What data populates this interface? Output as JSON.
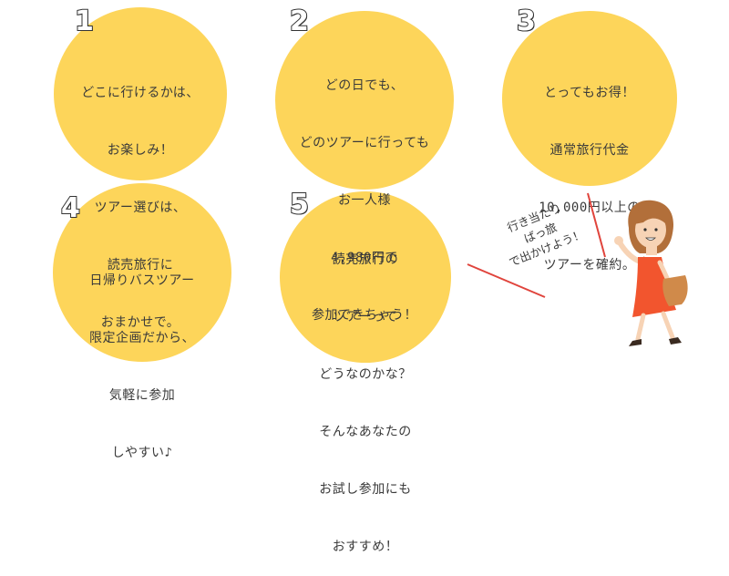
{
  "colors": {
    "circle": "#fdd55a",
    "text": "#3a3a3a",
    "accent_line": "#e0443c",
    "dress": "#f2552e",
    "skin": "#f7d3b5",
    "hair": "#b26f3a"
  },
  "features": [
    {
      "number": "1",
      "lines": [
        "どこに行けるかは、",
        "お楽しみ！",
        "ツアー選びは、",
        "読売旅行に",
        "おまかせで。"
      ]
    },
    {
      "number": "2",
      "lines": [
        "どの日でも、",
        "どのツアーに行っても",
        "お一人様",
        "4,980円で",
        "参加できちゃう！"
      ]
    },
    {
      "number": "3",
      "lines": [
        "とってもお得！",
        "通常旅行代金",
        "10,000円以上の",
        "ツアーを確約。"
      ]
    },
    {
      "number": "4",
      "lines": [
        "日帰りバスツアー",
        "限定企画だから、",
        "気軽に参加",
        "しやすい♪"
      ]
    },
    {
      "number": "5",
      "lines": [
        "読売旅行の",
        "ツアーって",
        "どうなのかな？",
        "そんなあなたの",
        "お試し参加にも",
        "おすすめ！"
      ]
    }
  ],
  "callout": {
    "lines": [
      "行き当たり",
      "ばっ旅",
      "で出かけよう！"
    ]
  },
  "illustration": {
    "name": "walking-woman-illustration"
  }
}
